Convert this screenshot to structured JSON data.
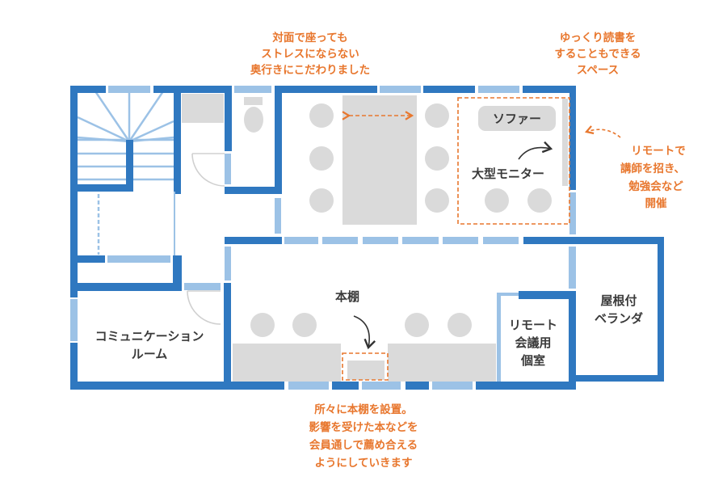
{
  "colors": {
    "wall": "#2f78c0",
    "window": "#9cc2e6",
    "furniture": "#dadada",
    "accent": "#e8772e",
    "text": "#3a3a3a"
  },
  "rooms": {
    "communication": [
      "コミュニケーション",
      "ルーム"
    ],
    "veranda": [
      "屋根付",
      "ベランダ"
    ],
    "remote_room": [
      "リモート",
      "会議用",
      "個室"
    ]
  },
  "furniture": {
    "sofa": "ソファー",
    "monitor": "大型モニター",
    "bookshelf": "本棚"
  },
  "notes": {
    "table_depth": [
      "対面で座っても",
      "ストレスにならない",
      "奥行きにこだわりました"
    ],
    "reading": [
      "ゆっくり読書を",
      "することもできる",
      "スペース"
    ],
    "remote": [
      "リモートで",
      "講師を招き、",
      "勉強会など",
      "開催"
    ],
    "bookshelves": [
      "所々に本棚を設置。",
      "影響を受けた本などを",
      "会員通しで薦め合える",
      "ようにしていきます"
    ]
  }
}
